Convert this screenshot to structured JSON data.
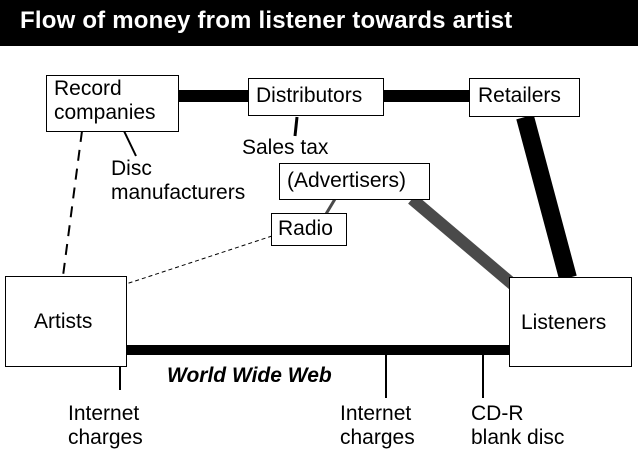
{
  "title": "Flow of money from listener towards artist",
  "nodes": {
    "record_companies": [
      "Record",
      "companies"
    ],
    "distributors": "Distributors",
    "retailers": "Retailers",
    "advertisers": "(Advertisers)",
    "radio": "Radio",
    "artists": "Artists",
    "listeners": "Listeners"
  },
  "labels": {
    "sales_tax": "Sales tax",
    "disc_manufacturers": [
      "Disc",
      "manufacturers"
    ],
    "world_wide_web": "World Wide Web",
    "internet_charges_left": [
      "Internet",
      "charges"
    ],
    "internet_charges_right": [
      "Internet",
      "charges"
    ],
    "cdr_blank_disc": [
      "CD-R",
      "blank disc"
    ]
  },
  "colors": {
    "background": "#ffffff",
    "title_bar": "#000000",
    "title_text": "#ffffff",
    "flow_main": "#000000",
    "flow_advertising": "#4a4a4a"
  }
}
